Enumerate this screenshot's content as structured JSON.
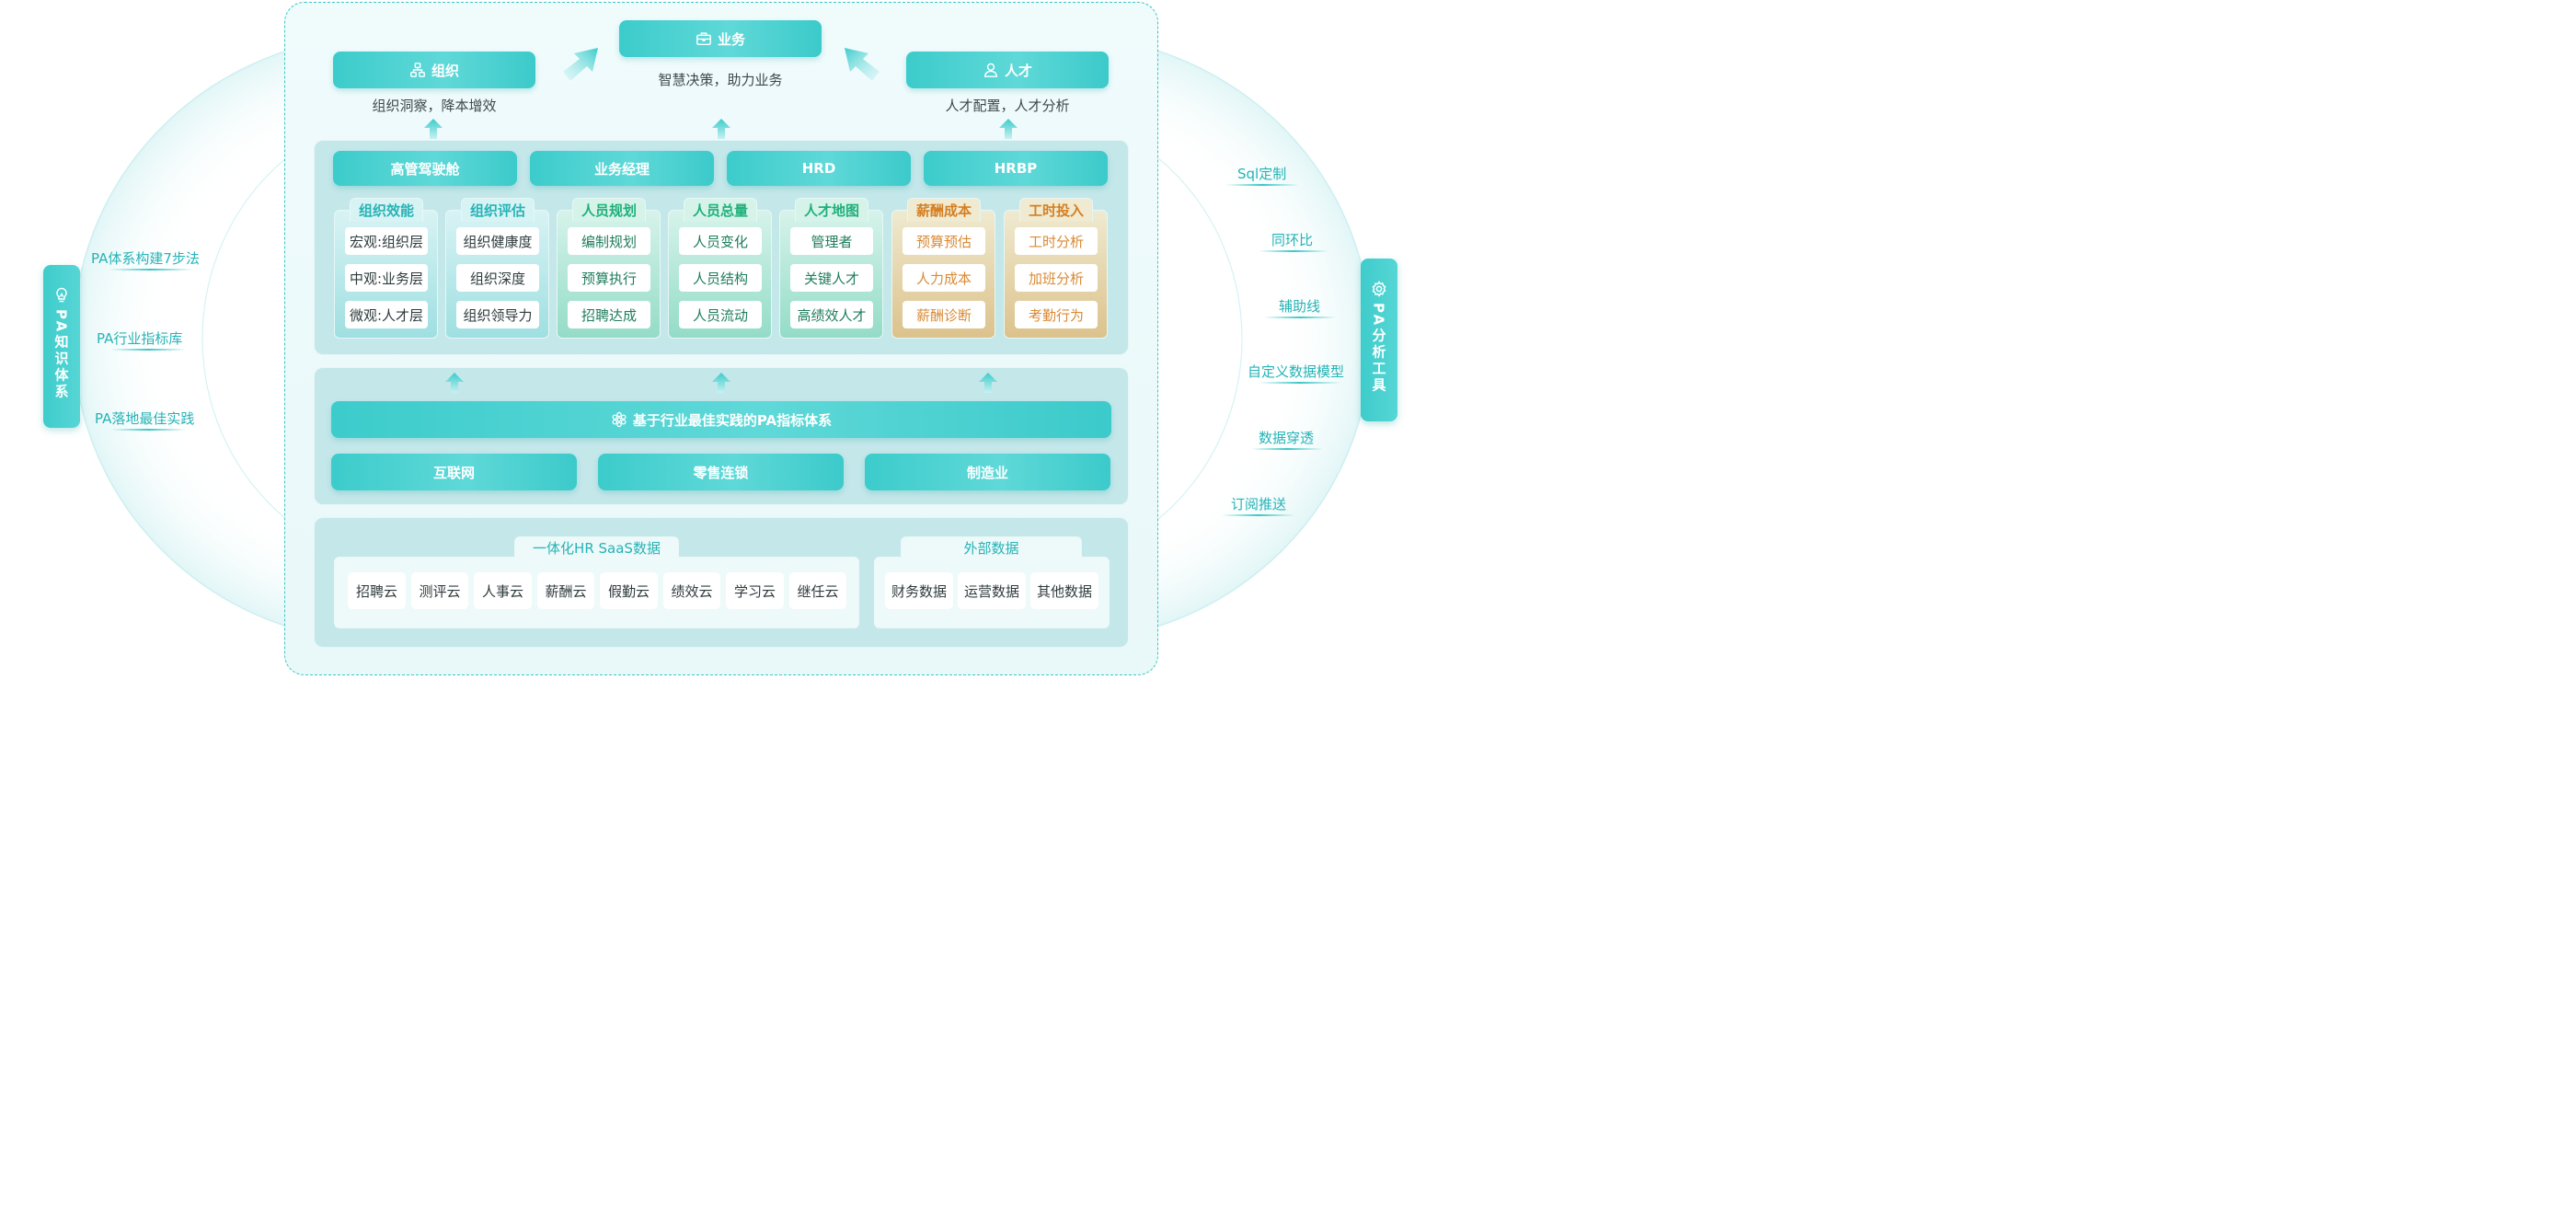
{
  "top": {
    "org": {
      "label": "组织",
      "sub": "组织洞察，降本增效"
    },
    "business": {
      "label": "业务",
      "sub": "智慧决策，助力业务"
    },
    "talent": {
      "label": "人才",
      "sub": "人才配置，人才分析"
    }
  },
  "roles": [
    "高管驾驶舱",
    "业务经理",
    "HRD",
    "HRBP"
  ],
  "metrics": [
    {
      "title": "组织效能",
      "items": [
        "宏观:组织层",
        "中观:业务层",
        "微观:人才层"
      ],
      "tone": "teal"
    },
    {
      "title": "组织评估",
      "items": [
        "组织健康度",
        "组织深度",
        "组织领导力"
      ],
      "tone": "teal"
    },
    {
      "title": "人员规划",
      "items": [
        "编制规划",
        "预算执行",
        "招聘达成"
      ],
      "tone": "green"
    },
    {
      "title": "人员总量",
      "items": [
        "人员变化",
        "人员结构",
        "人员流动"
      ],
      "tone": "green"
    },
    {
      "title": "人才地图",
      "items": [
        "管理者",
        "关键人才",
        "高绩效人才"
      ],
      "tone": "green"
    },
    {
      "title": "薪酬成本",
      "items": [
        "预算预估",
        "人力成本",
        "薪酬诊断"
      ],
      "tone": "gold"
    },
    {
      "title": "工时投入",
      "items": [
        "工时分析",
        "加班分析",
        "考勤行为"
      ],
      "tone": "gold"
    }
  ],
  "indicator_system": {
    "label": "基于行业最佳实践的PA指标体系"
  },
  "industries": [
    "互联网",
    "零售连锁",
    "制造业"
  ],
  "data_sources": {
    "saas": {
      "title": "一体化HR SaaS数据",
      "items": [
        "招聘云",
        "测评云",
        "人事云",
        "薪酬云",
        "假勤云",
        "绩效云",
        "学习云",
        "继任云"
      ]
    },
    "external": {
      "title": "外部数据",
      "items": [
        "财务数据",
        "运营数据",
        "其他数据"
      ]
    }
  },
  "left": {
    "tab": "PA知识体系",
    "items": [
      "PA体系构建7步法",
      "PA行业指标库",
      "PA落地最佳实践"
    ]
  },
  "right": {
    "tab": "PA分析工具",
    "items": [
      "Sql定制",
      "同环比",
      "辅助线",
      "自定义数据模型",
      "数据穿透",
      "订阅推送"
    ]
  },
  "colors": {
    "teal": "#3ccccb",
    "accent_text": "#26b3b6",
    "green": "#1fb07a",
    "gold": "#d67f22",
    "panel": "#c4e7ea"
  },
  "icons": {
    "org": "org-chart-icon",
    "business": "briefcase-icon",
    "talent": "person-icon",
    "system": "flower-icon",
    "left_tab": "lightbulb-icon",
    "right_tab": "gear-icon"
  }
}
